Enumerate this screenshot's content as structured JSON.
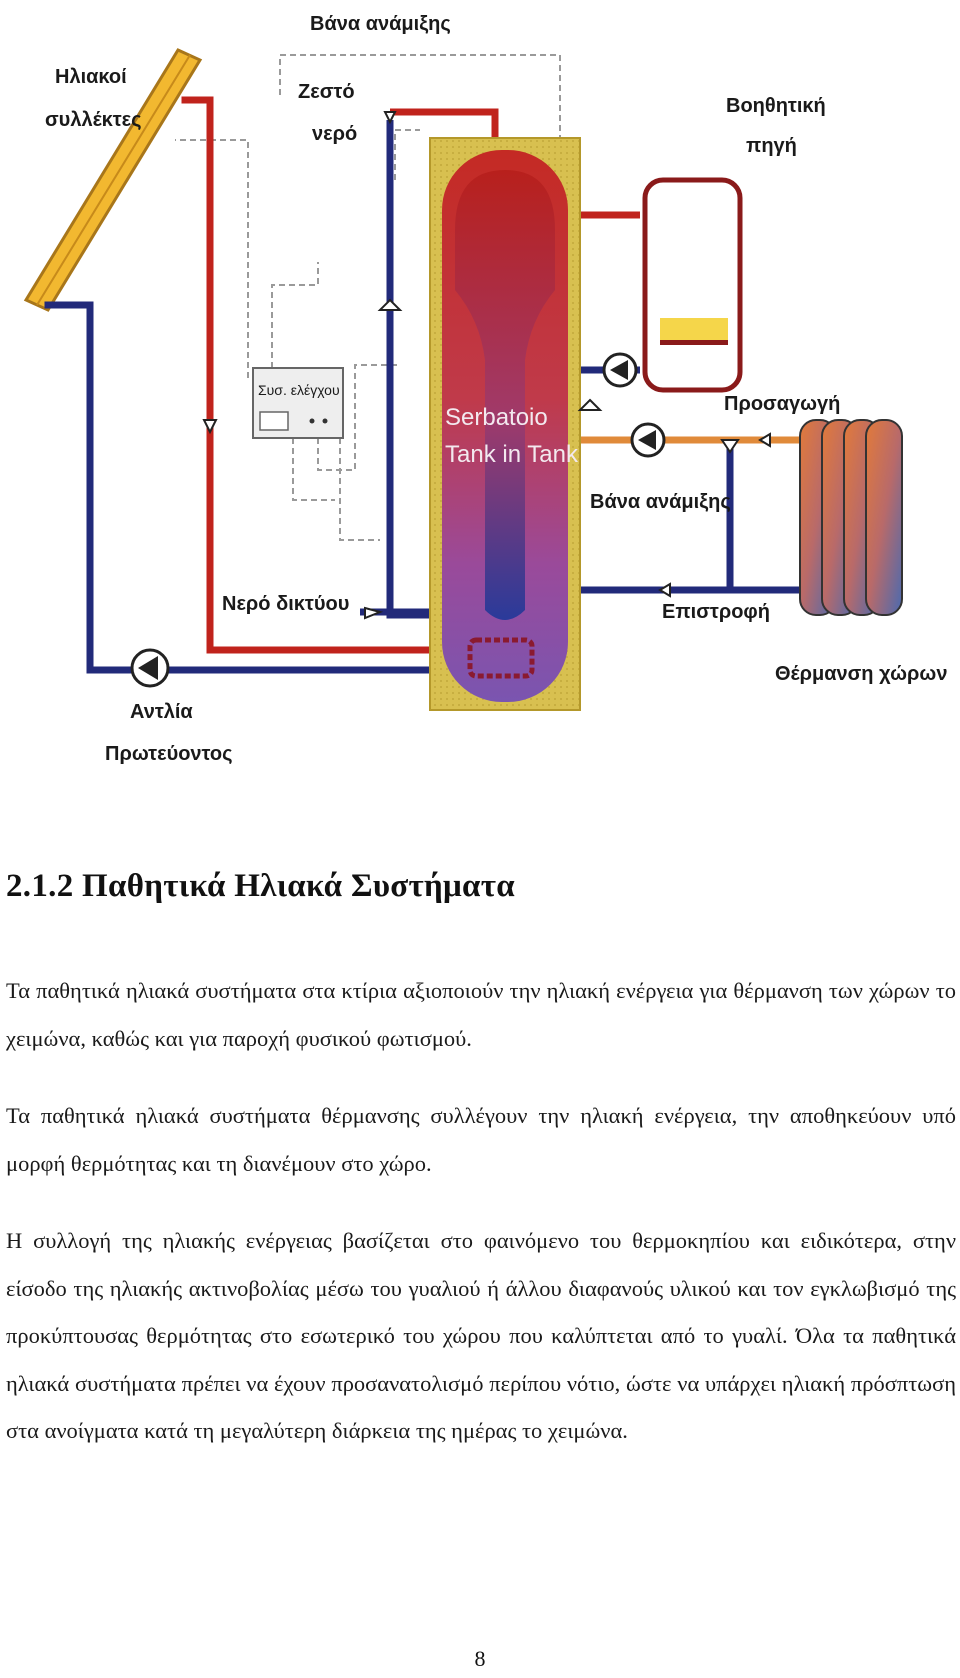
{
  "diagram": {
    "labels": {
      "mixing_valve_top": "Βάνα ανάμιξης",
      "solar_collectors_line1": "Ηλιακοί",
      "solar_collectors_line2": "συλλέκτες",
      "hot_water_line1": "Ζεστό",
      "hot_water_line2": "νερό",
      "auxiliary_source_line1": "Βοηθητική",
      "auxiliary_source_line2": "πηγή",
      "controller": "Συσ. ελέγχου",
      "tank_line1": "Serbatoio",
      "tank_line2": "Tank in Tank",
      "supply": "Προσαγωγή",
      "mixing_valve_bottom": "Βάνα ανάμιξης",
      "mains_water": "Νερό δικτύου",
      "return": "Επιστροφή",
      "space_heating": "Θέρμανση χώρων",
      "pump_line1": "Αντλία",
      "pump_line2": "Πρωτεύοντος"
    }
  },
  "section": {
    "title": "2.1.2  Παθητικά Ηλιακά Συστήματα"
  },
  "paragraphs": [
    "Τα παθητικά ηλιακά συστήματα στα κτίρια αξιοποιούν την ηλιακή ενέργεια για θέρμανση των χώρων το χειμώνα, καθώς και για παροχή φυσικού φωτισμού.",
    "Τα παθητικά ηλιακά συστήματα θέρμανσης συλλέγουν την ηλιακή ενέργεια, την αποθηκεύουν υπό μορφή θερμότητας και τη διανέμουν στο χώρο.",
    "Η συλλογή της ηλιακής ενέργειας βασίζεται στο φαινόμενο του θερμοκηπίου και ειδικότερα, στην είσοδο της ηλιακής ακτινοβολίας μέσω του γυαλιού ή άλλου διαφανούς υλικού και τον εγκλωβισμό της προκύπτουσας θερμότητας στο εσωτερικό του χώρου που καλύπτεται από το γυαλί. Όλα τα παθητικά ηλιακά συστήματα πρέπει να έχουν προσανατολισμό περίπου νότιο, ώστε να υπάρχει ηλιακή πρόσπτωση στα ανοίγματα κατά τη μεγαλύτερη διάρκεια της ημέρας το χειμώνα."
  ],
  "page_number": "8"
}
